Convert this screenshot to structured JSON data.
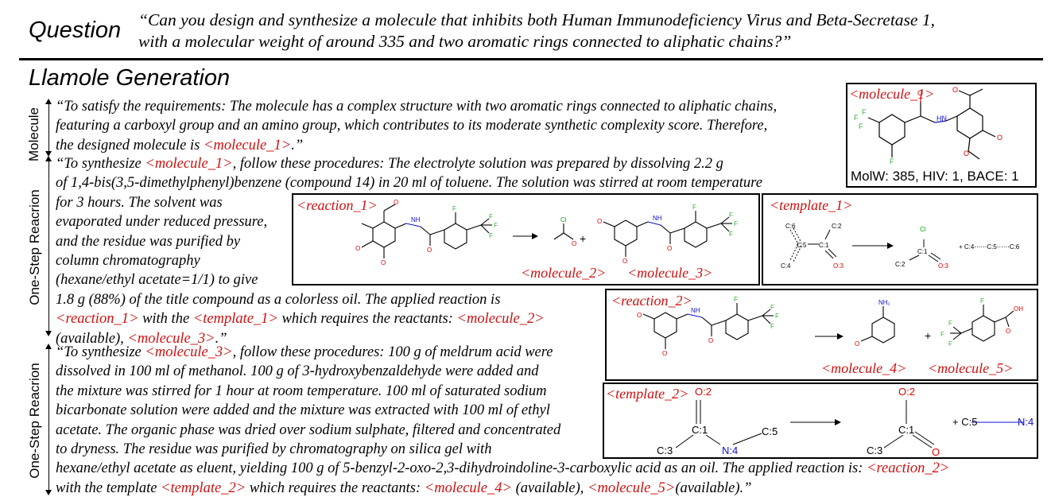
{
  "question": {
    "label": "Question",
    "line1": "“Can you design and synthesize a molecule that inhibits both Human Immunodeficiency Virus and Beta-Secretase 1,",
    "line2": "with a molecular weight of around 335 and two aromatic rings connected to aliphatic chains?”"
  },
  "generation": {
    "title": "Llamole Generation",
    "side_labels": [
      "Molecule",
      "One-Step Reacrion",
      "One-Step Reacrion"
    ]
  },
  "molecule_box": {
    "tag": "<molecule_1>",
    "properties": "MolW: 385, HIV: 1, BACE: 1"
  },
  "para1": {
    "l1": "“To satisfy the requirements: The molecule has a complex structure with two aromatic rings connected to aliphatic chains,",
    "l2": "featuring a carboxyl group and an amino group, which contributes to its moderate synthetic complexity score. Therefore,",
    "l3a": "the designed molecule is ",
    "l3tag": "<molecule_1>",
    "l3b": ".”"
  },
  "para2": {
    "l1a": "“To synthesize ",
    "l1tag": "<molecule_1>",
    "l1b": ", follow these  procedures: The electrolyte solution was prepared by dissolving 2.2 g",
    "l2": "of 1,4-bis(3,5-dimethylphenyl)benzene (compound 14) in 20 ml of toluene. The solution was stirred at room temperature",
    "l3": "for 3 hours. The solvent was",
    "l4": "evaporated under reduced pressure,",
    "l5": "and the residue was purified by",
    "l6": "column chromatography",
    "l7": "(hexane/ethyl acetate=1/1) to give",
    "l8": "1.8 g (88%) of the title compound as a colorless oil. The applied  reaction is",
    "l9tag1": "<reaction_1>",
    "l9a": " with the ",
    "l9tag2": "<template_1>",
    "l9b": " which requires the reactants: ",
    "l9tag3": "<molecule_2>",
    "l10a": "(available), ",
    "l10tag": "<molecule_3>",
    "l10b": ".”"
  },
  "para3": {
    "l1a": "“To synthesize ",
    "l1tag": "<molecule_3>",
    "l1b": ", follow these procedures: 100 g of meldrum acid were",
    "l2": "dissolved in 100 ml of methanol. 100 g of 3-hydroxybenzaldehyde were added and",
    "l3": "the mixture was stirred for 1 hour at room temperature. 100 ml of saturated sodium",
    "l4": "bicarbonate solution were added and the mixture was extracted with 100 ml of ethyl",
    "l5": "acetate. The organic phase was dried over sodium sulphate, filtered and concentrated",
    "l6": "to dryness. The residue was purified by chromatography on silica gel with",
    "l7a": "hexane/ethyl acetate as eluent, yielding 100 g of 5-benzyl-2-oxo-2,3-dihydroindoline-3-carboxylic acid as an oil. The applied reaction is: ",
    "l7tag": "<reaction_2>",
    "l8a": "with the template ",
    "l8tag1": "<template_2>",
    "l8b": " which requires the reactants: ",
    "l8tag2": "<molecule_4>",
    "l8c": " (available), ",
    "l8tag3": "<molecule_5>",
    "l8d": "(available).”"
  },
  "reaction_1": {
    "tag": "<reaction_1>",
    "mol_a": "<molecule_2>",
    "mol_b": "<molecule_3>"
  },
  "template_1": {
    "tag": "<template_1>"
  },
  "reaction_2": {
    "tag": "<reaction_2>",
    "mol_a": "<molecule_4>",
    "mol_b": "<molecule_5>"
  },
  "template_2": {
    "tag": "<template_2>"
  },
  "atoms": {
    "F": "F",
    "O": "O",
    "NH": "NH",
    "HN": "HN",
    "Cl": "Cl",
    "NH2": "NH₂",
    "OH": "OH",
    "C6": "C:6",
    "C2": "C:2",
    "C5": "C:5",
    "C1": "C:1",
    "C4": "C:4",
    "O3": "O:3",
    "C3": "C:3",
    "N4": "N:4",
    "O2": "O:2",
    "plus": "+",
    "t1_extra": "+ C:4⋯⋯C:5⋯⋯C:6",
    "t2_extra": "+ C:5"
  },
  "colors": {
    "tag": "#d01010",
    "oxygen": "#e00000",
    "nitrogen": "#1010d0",
    "fluorine": "#30b030",
    "chlorine": "#10a010"
  }
}
